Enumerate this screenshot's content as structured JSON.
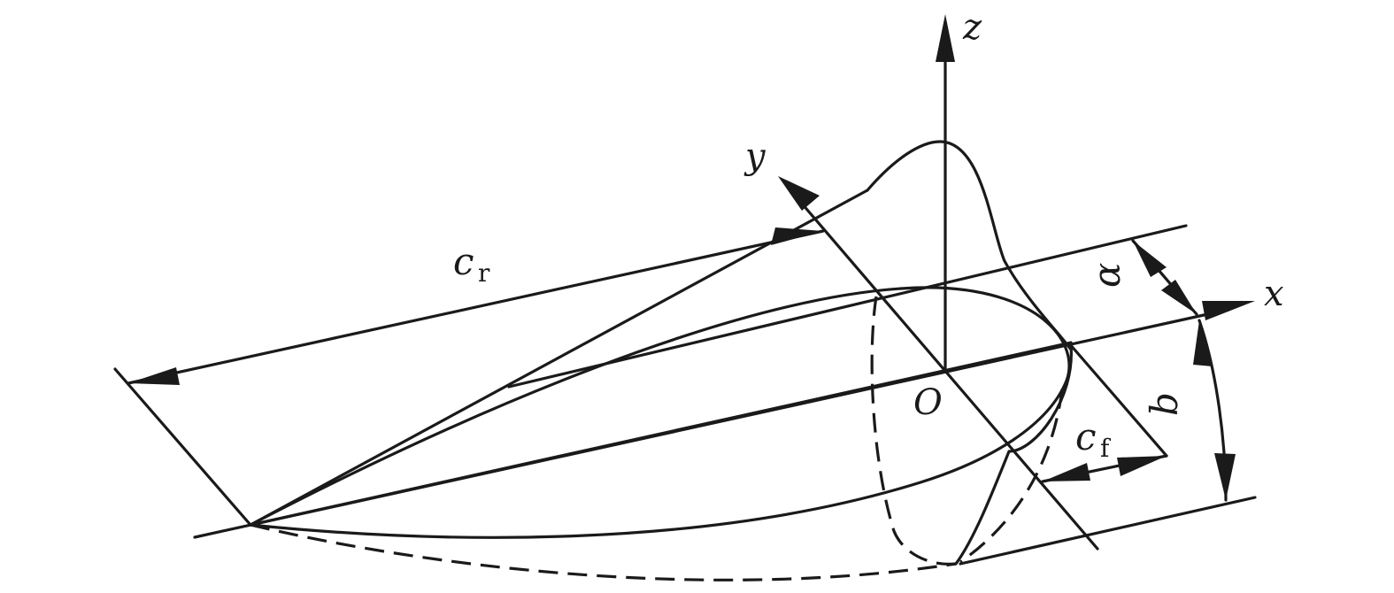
{
  "labels": {
    "z_axis": "z",
    "y_axis": "y",
    "x_axis": "x",
    "origin": "O",
    "root_chord": "c",
    "root_chord_sub": "r",
    "flap_chord": "c",
    "flap_chord_sub": "f",
    "angle": "α",
    "span": "b"
  }
}
